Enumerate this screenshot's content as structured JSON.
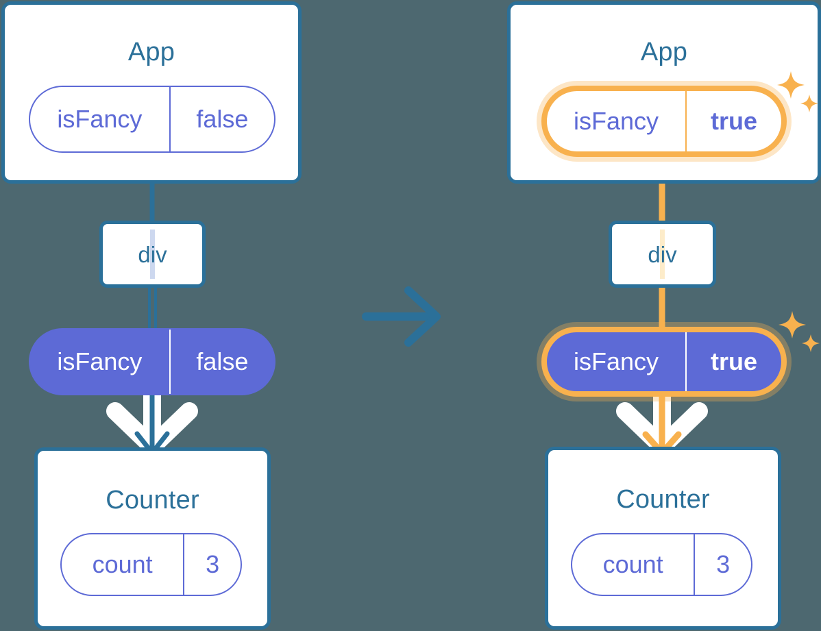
{
  "diagram": {
    "title": "State propagation from App through div to Counter",
    "transition_icon": "right-arrow-icon",
    "colors": {
      "background": "#4d6870",
      "box_border": "#2b7099",
      "title_text": "#2b7099",
      "pill_purple": "#5d6ad6",
      "highlight_amber": "#f8b14e",
      "highlight_glow": "#fde2b2",
      "wire_blue": "#2b7099",
      "wire_amber": "#f8b14e",
      "white": "#ffffff"
    }
  },
  "panels": [
    {
      "id": "before",
      "app": {
        "title": "App",
        "state_pill": {
          "name": "isFancy",
          "value": "false",
          "style": "outline",
          "highlighted": false,
          "bold_value": false
        }
      },
      "host": {
        "label": "div",
        "wire": "blue"
      },
      "prop_pill": {
        "name": "isFancy",
        "value": "false",
        "style": "filled",
        "highlighted": false,
        "bold_value": false
      },
      "counter": {
        "title": "Counter",
        "state_pill": {
          "name": "count",
          "value": "3",
          "style": "outline",
          "highlighted": false,
          "bold_value": false
        }
      },
      "arrow_color": "#2b7099",
      "sparkles": false
    },
    {
      "id": "after",
      "app": {
        "title": "App",
        "state_pill": {
          "name": "isFancy",
          "value": "true",
          "style": "outline",
          "highlighted": true,
          "bold_value": true
        }
      },
      "host": {
        "label": "div",
        "wire": "amber"
      },
      "prop_pill": {
        "name": "isFancy",
        "value": "true",
        "style": "filled",
        "highlighted": true,
        "bold_value": true
      },
      "counter": {
        "title": "Counter",
        "state_pill": {
          "name": "count",
          "value": "3",
          "style": "outline",
          "highlighted": false,
          "bold_value": false
        }
      },
      "arrow_color": "#f8b14e",
      "sparkles": true
    }
  ]
}
